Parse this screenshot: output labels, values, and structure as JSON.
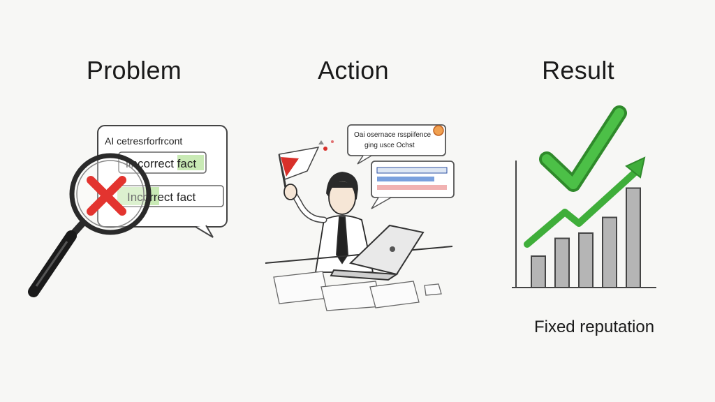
{
  "steps": [
    {
      "heading": "Problem"
    },
    {
      "heading": "Action"
    },
    {
      "heading": "Result"
    }
  ],
  "problem": {
    "bubble_title": "AI cetresrforfrcont",
    "fact_line_1": "lincorrect fact",
    "fact_line_2": "Incorrect fact"
  },
  "action": {
    "bubble_line_1": "Oai osernace rsspiifence",
    "bubble_line_2": "ging usce Ochst"
  },
  "result": {
    "caption": "Fixed reputation",
    "bar_levels": [
      0.3,
      0.47,
      0.52,
      0.67,
      0.95
    ],
    "colors": {
      "check": "#3fae3a",
      "arrow": "#3fae3a",
      "bars": "#9a9a9a",
      "cross": "#e3342f"
    }
  }
}
